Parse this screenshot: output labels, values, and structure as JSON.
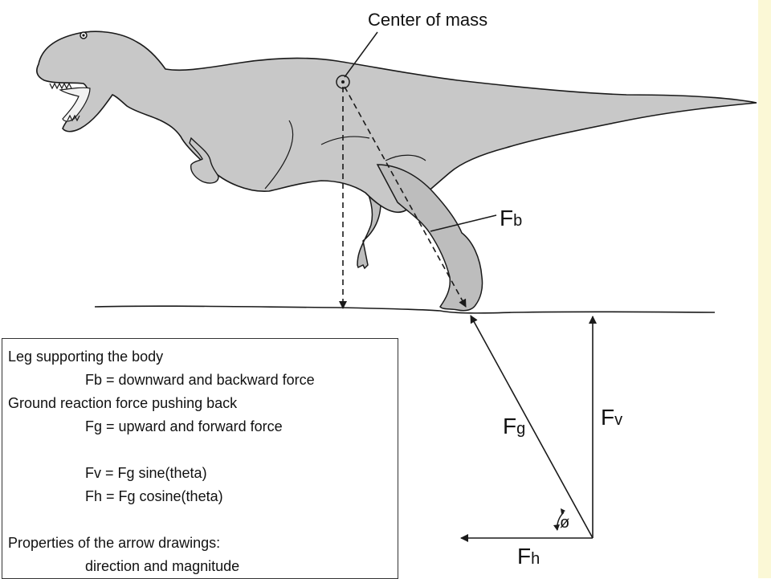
{
  "labels": {
    "center_of_mass": "Center of mass",
    "fb_main": "F",
    "fb_sub": "b",
    "fg_main": "F",
    "fg_sub": "g",
    "fv_main": "F",
    "fv_sub": "v",
    "fh_main": "F",
    "fh_sub": "h",
    "angle": "ø"
  },
  "textbox": {
    "lines": [
      "Leg supporting the body",
      "Fb = downward and backward force",
      "Ground reaction force pushing back",
      "Fg = upward and forward force",
      "",
      "Fv = Fg sine(theta)",
      "Fh = Fg cosine(theta)",
      "",
      "Properties of the arrow drawings:",
      "direction and magnitude"
    ]
  },
  "colors": {
    "body_fill": "#c8c8c8",
    "outline": "#1a1a1a",
    "strip": "#fbf8d6"
  }
}
